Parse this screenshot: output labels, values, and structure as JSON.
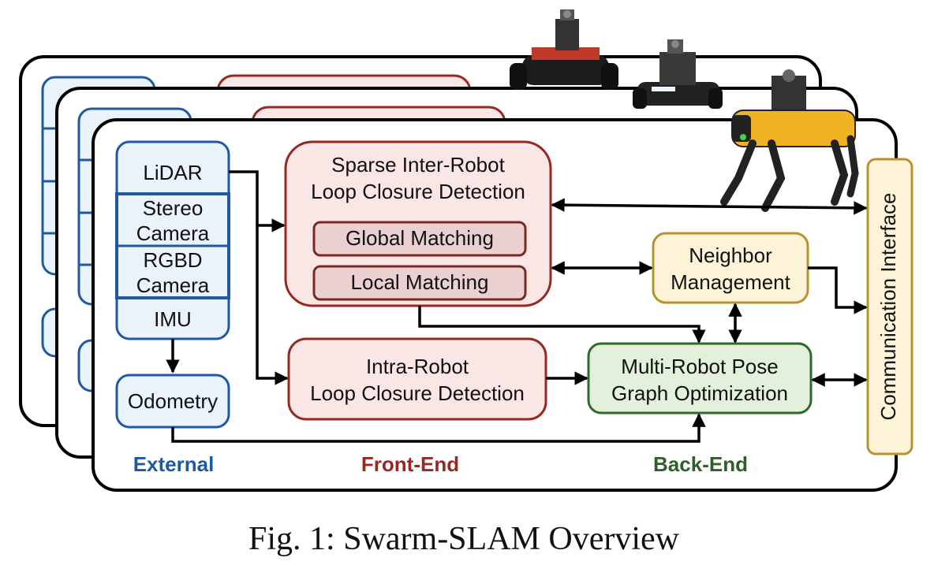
{
  "external": {
    "lidar": "LiDAR",
    "stereo_l1": "Stereo",
    "stereo_l2": "Camera",
    "rgbd_l1": "RGBD",
    "rgbd_l2": "Camera",
    "imu": "IMU",
    "odometry": "Odometry"
  },
  "front_end": {
    "sparse_l1": "Sparse Inter-Robot",
    "sparse_l2": "Loop Closure Detection",
    "global_matching": "Global Matching",
    "local_matching": "Local Matching",
    "intra_l1": "Intra-Robot",
    "intra_l2": "Loop Closure Detection"
  },
  "back_end": {
    "neighbor_l1": "Neighbor",
    "neighbor_l2": "Management",
    "pgo_l1": "Multi-Robot Pose",
    "pgo_l2": "Graph Optimization"
  },
  "communication": "Communication Interface",
  "sections": {
    "external": "External",
    "front_end": "Front-End",
    "back_end": "Back-End"
  },
  "caption": "Fig. 1: Swarm-SLAM Overview",
  "colors": {
    "external": "#1f5aa0",
    "front_end": "#952a24",
    "back_end": "#2e5e2a",
    "comm": "#b8922c"
  },
  "robots": [
    "wheeled-robot-icon",
    "wheeled-robot-icon",
    "quadruped-robot-icon"
  ]
}
